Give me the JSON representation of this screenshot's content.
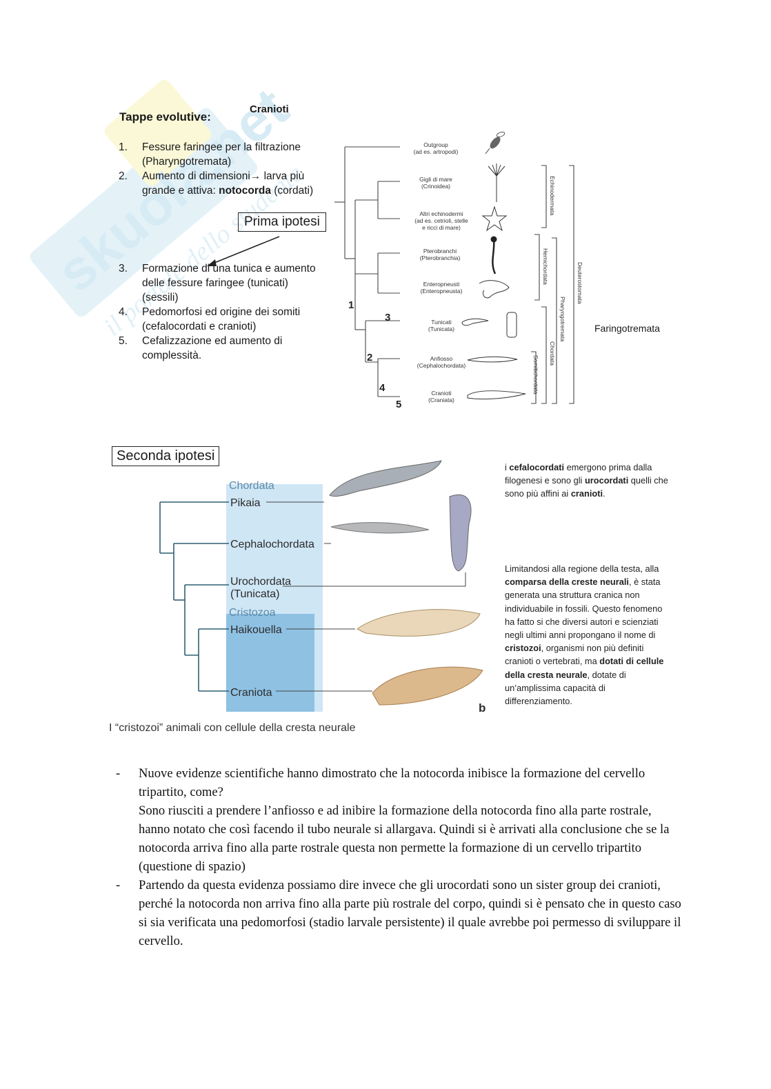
{
  "watermark": {
    "brand": "skuola.net",
    "tagline": "il portale dello studente"
  },
  "header": {
    "title": "Tappe evolutive:",
    "section": "Cranioti"
  },
  "steps": [
    {
      "num": "1.",
      "text": "Fessure faringee per la filtrazione (Pharyngotremata)"
    },
    {
      "num": "2.",
      "text_a": "Aumento di dimensioni→ larva più grande e attiva: ",
      "bold": "notocorda",
      "text_b": " (cordati)"
    },
    {
      "num": "3.",
      "text": "Formazione di una tunica e aumento delle fessure faringee (tunicati) (sessili)"
    },
    {
      "num": "4.",
      "text": "Pedomorfosi ed origine dei somiti (cefalocordati e cranioti)"
    },
    {
      "num": "5.",
      "text": "Cefalizzazione ed aumento di complessità."
    }
  ],
  "prima_ipotesi": "Prima ipotesi",
  "tree1": {
    "taxa": [
      {
        "name": "Outgroup",
        "sub": "(ad es. artropodi)"
      },
      {
        "name": "Gigli di mare",
        "sub": "(Crinoidea)"
      },
      {
        "name": "Altri echinodermi",
        "sub": "(ad es. cetrioli, stelle",
        "sub2": "e ricci di mare)"
      },
      {
        "name": "Pterobranchi",
        "sub": "(Pterobranchia)"
      },
      {
        "name": "Enteropneusti",
        "sub": "(Enteropneusta)"
      },
      {
        "name": "Tunicati",
        "sub": "(Tunicata)"
      },
      {
        "name": "Anfiosso",
        "sub": "(Cephalochordata)"
      },
      {
        "name": "Cranioti",
        "sub": "(Craniata)"
      }
    ],
    "nodes": [
      "1",
      "2",
      "3",
      "4",
      "5"
    ],
    "groups": [
      "Echinodermata",
      "Hemichordata",
      "Deuterostomata",
      "Pharyngotremata",
      "Chordata",
      "Somitichordata"
    ]
  },
  "faringotremata": "Faringotremata",
  "seconda_ipotesi": "Seconda ipotesi",
  "tree2": {
    "chordata": "Chordata",
    "cristozoa": "Cristozoa",
    "taxa": [
      "Pikaia",
      "Cephalochordata",
      "Urochordata",
      "(Tunicata)",
      "Haikouella",
      "Craniota"
    ],
    "panel": "b"
  },
  "caption": "I “cristozoi” animali con cellule della cresta neurale",
  "note1": [
    {
      "t": "i "
    },
    {
      "b": "cefalocordati"
    },
    {
      "t": " emergono prima dalla filogenesi e sono gli "
    },
    {
      "b": "urocordati"
    },
    {
      "t": " quelli che sono più affini ai "
    },
    {
      "b": "cranioti"
    },
    {
      "t": "."
    }
  ],
  "note2": [
    {
      "t": "Limitandosi alla regione della testa, alla "
    },
    {
      "b": "comparsa della creste neurali"
    },
    {
      "t": ", è stata generata una struttura cranica non individuabile in fossili. Questo fenomeno ha fatto si che diversi autori e scienziati negli ultimi anni propongano il nome di "
    },
    {
      "b": "cristozoi"
    },
    {
      "t": ", organismi non più definiti cranioti o vertebrati, ma "
    },
    {
      "b": "dotati di cellule della cresta neurale"
    },
    {
      "t": ", dotate di un’amplissima capacità di differenziamento."
    }
  ],
  "body": [
    {
      "dash": "-",
      "text": "Nuove evidenze scientifiche hanno dimostrato che la notocorda inibisce la formazione del cervello tripartito, come?",
      "text2": "Sono riusciti a prendere l’anfiosso e ad inibire la formazione della notocorda fino alla parte rostrale, hanno notato che così facendo il tubo neurale si allargava. Quindi si è arrivati alla conclusione che se la notocorda arriva fino alla parte rostrale questa non permette la formazione di un cervello tripartito (questione di spazio)"
    },
    {
      "dash": "-",
      "text": "Partendo da questa evidenza possiamo dire invece che gli urocordati sono un sister group dei cranioti, perché la notocorda non arriva fino alla parte più rostrale del corpo, quindi si è pensato che in questo caso si sia verificata una pedomorfosi (stadio larvale persistente) il quale avrebbe poi permesso di sviluppare il cervello."
    }
  ]
}
